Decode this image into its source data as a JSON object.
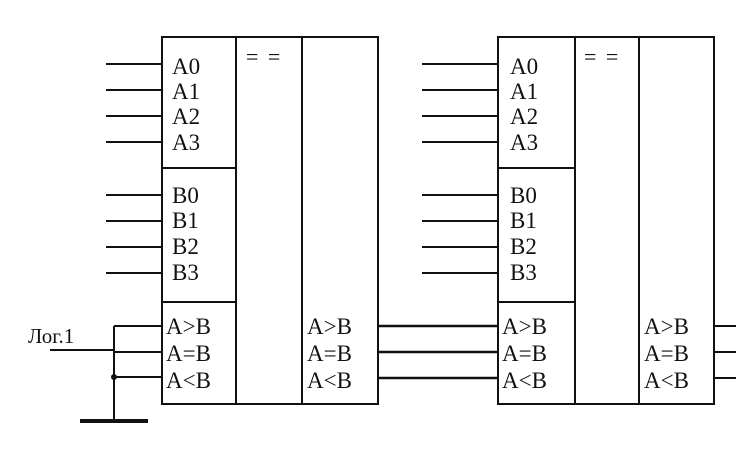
{
  "diagram": {
    "chips": [
      {
        "equal_symbol": "= =",
        "a_inputs": [
          "A0",
          "A1",
          "A2",
          "A3"
        ],
        "b_inputs": [
          "B0",
          "B1",
          "B2",
          "B3"
        ],
        "cascade_inputs": [
          "A>B",
          "A=B",
          "A<B"
        ],
        "outputs": [
          "A>B",
          "A=B",
          "A<B"
        ]
      },
      {
        "equal_symbol": "= =",
        "a_inputs": [
          "A0",
          "A1",
          "A2",
          "A3"
        ],
        "b_inputs": [
          "B0",
          "B1",
          "B2",
          "B3"
        ],
        "cascade_inputs": [
          "A>B",
          "A=B",
          "A<B"
        ],
        "outputs": [
          "A>B",
          "A=B",
          "A<B"
        ]
      }
    ],
    "logic_one_label": "Лог.1"
  }
}
